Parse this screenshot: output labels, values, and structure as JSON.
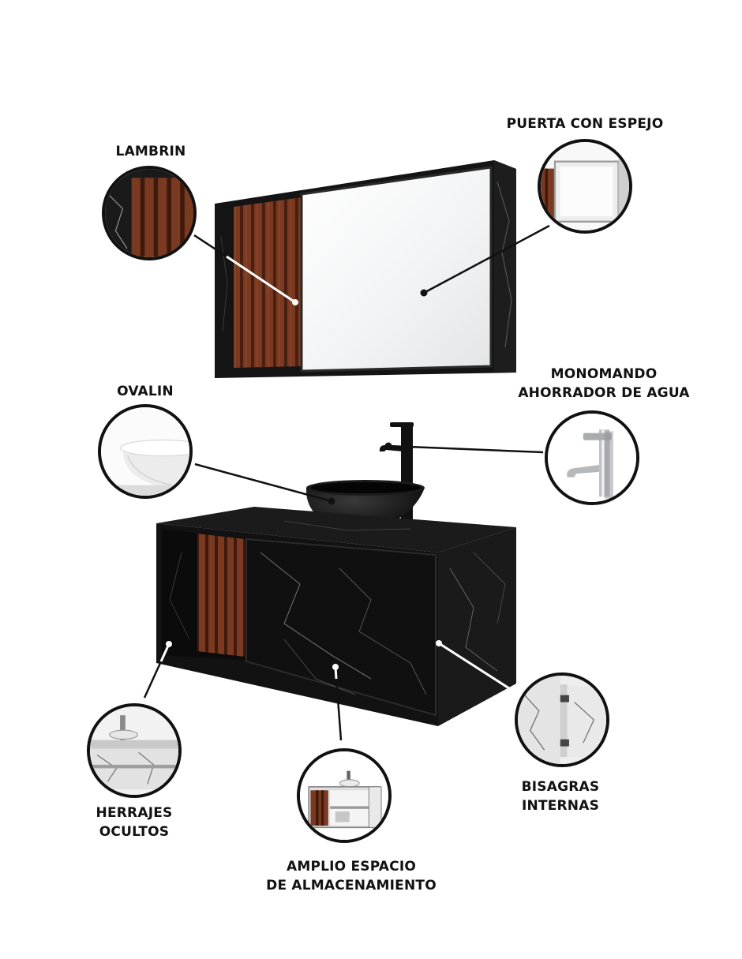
{
  "colors": {
    "marble_black": "#141414",
    "marble_vein": "#8c8c8c",
    "wood": "#7a3a22",
    "wood_dark": "#4a1f10",
    "mirror": "#f4f5f6",
    "outline": "#111111",
    "leader_light": "#ffffff",
    "leader_dark": "#111111"
  },
  "labels": {
    "lambrin": "LAMBRIN",
    "puerta_espejo": "PUERTA CON ESPEJO",
    "monomando_1": "MONOMANDO",
    "monomando_2": "AHORRADOR DE AGUA",
    "ovalin": "OVALIN",
    "herrajes_1": "HERRAJES",
    "herrajes_2": "OCULTOS",
    "amplio_1": "AMPLIO ESPACIO",
    "amplio_2": "DE ALMACENAMIENTO",
    "bisagras_1": "BISAGRAS",
    "bisagras_2": "INTERNAS"
  },
  "icons": {
    "lambrin": "wood-slat-panel-closeup",
    "puerta_espejo": "mirror-door-closeup",
    "monomando": "chrome-faucet",
    "ovalin": "white-vessel-sink",
    "herrajes": "hidden-hardware-closeup",
    "amplio": "open-storage-cabinet",
    "bisagras": "internal-hinge-closeup"
  }
}
